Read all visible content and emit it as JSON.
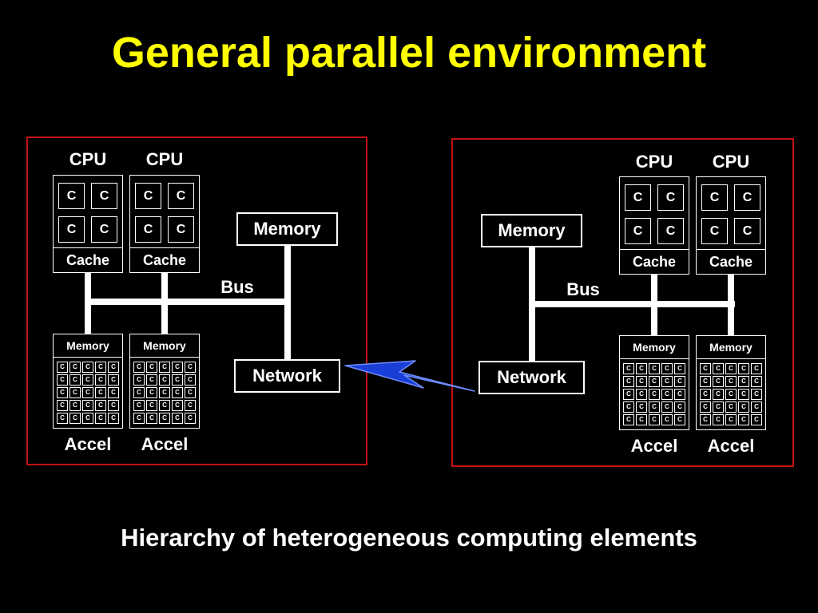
{
  "title": "General parallel environment",
  "caption": "Hierarchy of heterogeneous computing elements",
  "colors": {
    "title": "#ffff00",
    "background": "#000000",
    "frame": "#c41212",
    "bolt": "#1a3fd6"
  },
  "labels": {
    "cpu": "CPU",
    "core": "C",
    "cache": "Cache",
    "memory": "Memory",
    "accel_memory": "Memory",
    "accel": "Accel",
    "bus": "Bus",
    "network": "Network",
    "mini_core": "C"
  },
  "connector": "lightning-bolt-icon"
}
